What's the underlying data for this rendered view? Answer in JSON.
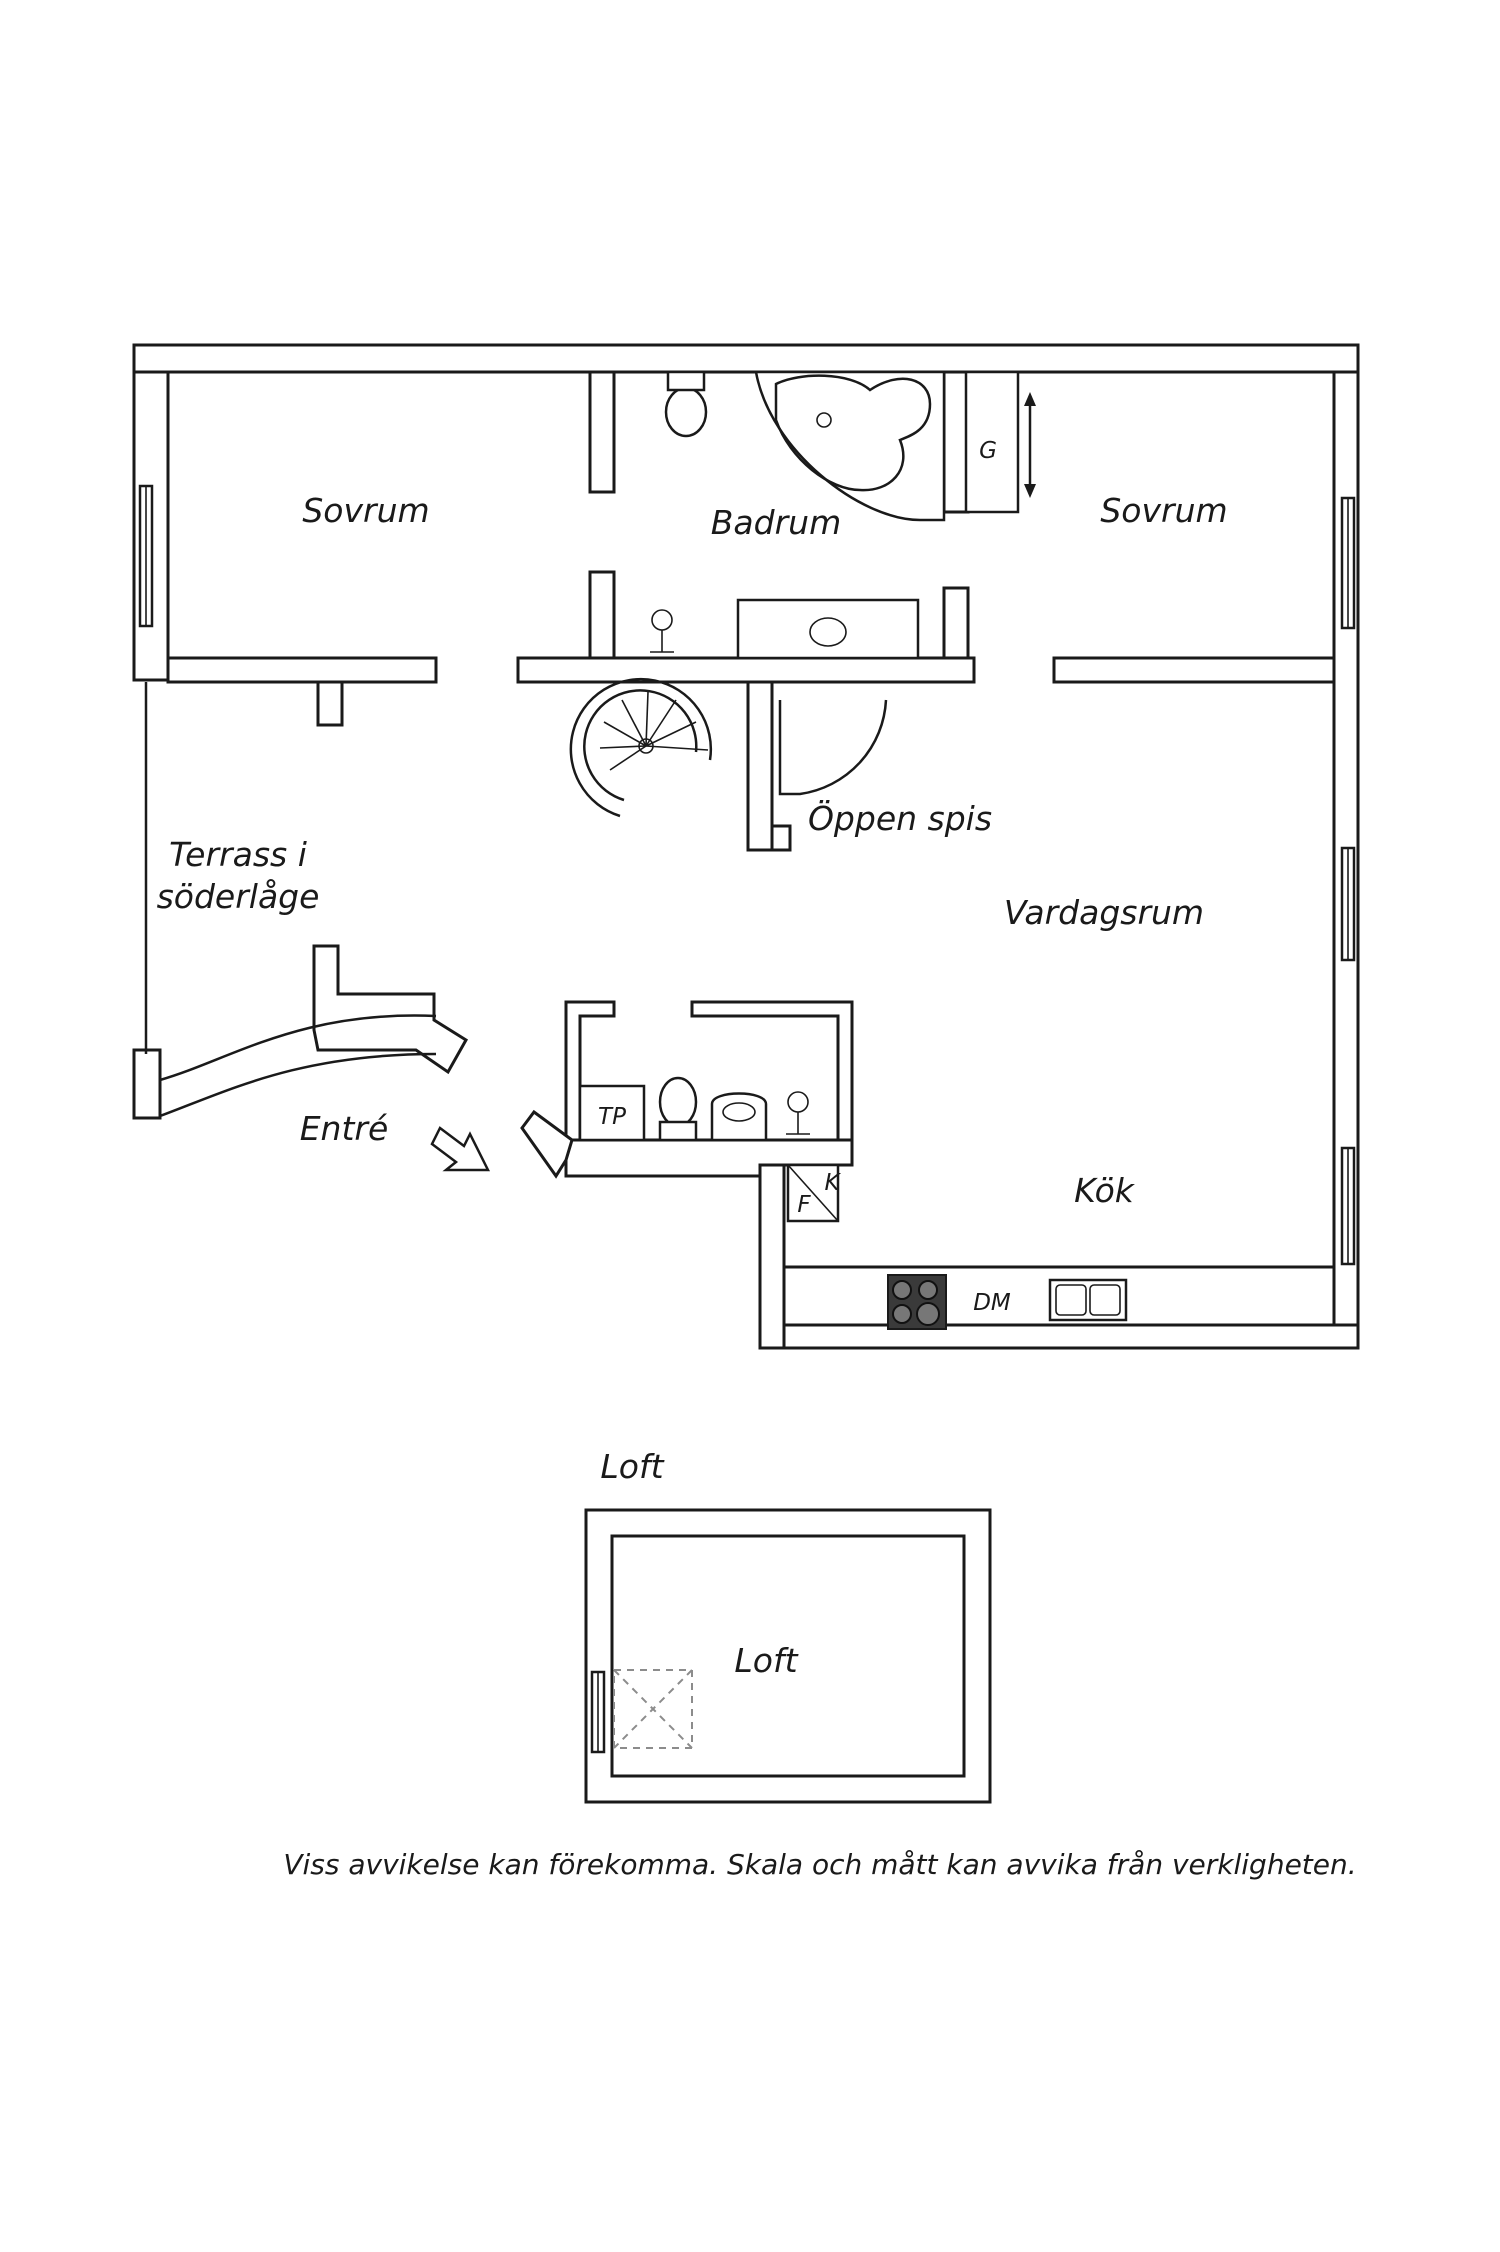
{
  "floor_plan": {
    "rooms": {
      "bedroom_west": "Sovrum",
      "bathroom": "Badrum",
      "bedroom_east": "Sovrum",
      "fireplace": "Öppen spis",
      "terrace_line1": "Terrass i",
      "terrace_line2": "söderlåge",
      "living_room": "Vardagsrum",
      "entrance": "Entré",
      "kitchen": "Kök"
    },
    "fixtures": {
      "wardrobe": "G",
      "laundry": "TP",
      "fridge": "K",
      "freezer": "F",
      "dishwasher": "DM"
    }
  },
  "loft_plan": {
    "heading": "Loft",
    "room": "Loft"
  },
  "disclaimer": "Viss avvikelse kan förekomma. Skala och mått kan avvika från verkligheten."
}
